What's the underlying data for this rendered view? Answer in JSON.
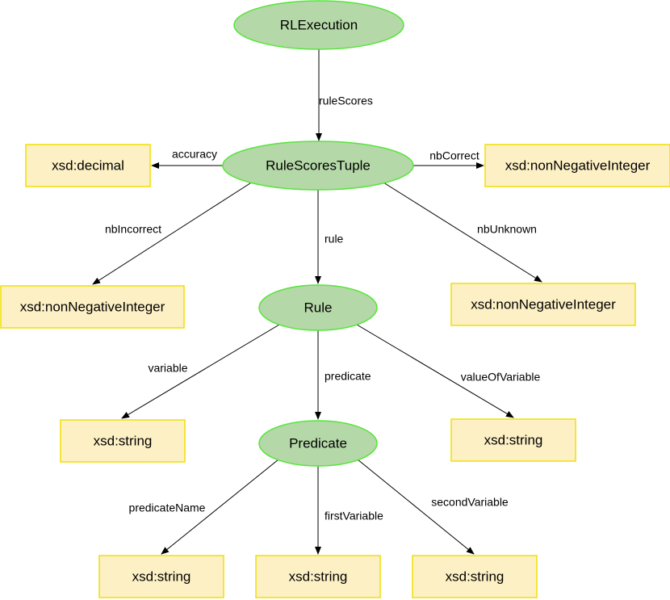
{
  "nodes": [
    {
      "id": "rlexecution",
      "kind": "class",
      "label": "RLExecution"
    },
    {
      "id": "rulescorestuple",
      "kind": "class",
      "label": "RuleScoresTuple"
    },
    {
      "id": "rule",
      "kind": "class",
      "label": "Rule"
    },
    {
      "id": "predicate",
      "kind": "class",
      "label": "Predicate"
    },
    {
      "id": "accuracy-literal",
      "kind": "literal",
      "label": "xsd:decimal"
    },
    {
      "id": "nbcorrect-literal",
      "kind": "literal",
      "label": "xsd:nonNegativeInteger"
    },
    {
      "id": "nbincorrect-literal",
      "kind": "literal",
      "label": "xsd:nonNegativeInteger"
    },
    {
      "id": "nbunknown-literal",
      "kind": "literal",
      "label": "xsd:nonNegativeInteger"
    },
    {
      "id": "variable-literal",
      "kind": "literal",
      "label": "xsd:string"
    },
    {
      "id": "valueofvariable-literal",
      "kind": "literal",
      "label": "xsd:string"
    },
    {
      "id": "predicatename-literal",
      "kind": "literal",
      "label": "xsd:string"
    },
    {
      "id": "firstvariable-literal",
      "kind": "literal",
      "label": "xsd:string"
    },
    {
      "id": "secondvariable-literal",
      "kind": "literal",
      "label": "xsd:string"
    }
  ],
  "edges": [
    {
      "id": "rulescores",
      "from": "rlexecution",
      "to": "rulescorestuple",
      "label": "ruleScores"
    },
    {
      "id": "accuracy",
      "from": "rulescorestuple",
      "to": "accuracy-literal",
      "label": "accuracy"
    },
    {
      "id": "nbcorrect",
      "from": "rulescorestuple",
      "to": "nbcorrect-literal",
      "label": "nbCorrect"
    },
    {
      "id": "nbincorrect",
      "from": "rulescorestuple",
      "to": "nbincorrect-literal",
      "label": "nbIncorrect"
    },
    {
      "id": "rule",
      "from": "rulescorestuple",
      "to": "rule",
      "label": "rule"
    },
    {
      "id": "nbunknown",
      "from": "rulescorestuple",
      "to": "nbunknown-literal",
      "label": "nbUnknown"
    },
    {
      "id": "variable",
      "from": "rule",
      "to": "variable-literal",
      "label": "variable"
    },
    {
      "id": "predicate",
      "from": "rule",
      "to": "predicate",
      "label": "predicate"
    },
    {
      "id": "valueofvariable",
      "from": "rule",
      "to": "valueofvariable-literal",
      "label": "valueOfVariable"
    },
    {
      "id": "predicatename",
      "from": "predicate",
      "to": "predicatename-literal",
      "label": "predicateName"
    },
    {
      "id": "firstvariable",
      "from": "predicate",
      "to": "firstvariable-literal",
      "label": "firstVariable"
    },
    {
      "id": "secondvariable",
      "from": "predicate",
      "to": "secondvariable-literal",
      "label": "secondVariable"
    }
  ],
  "colors": {
    "class_fill": "#b5d8a8",
    "class_stroke": "#55e63a",
    "literal_fill": "#fdf0c5",
    "literal_stroke": "#f0e000",
    "edge": "#000000"
  }
}
